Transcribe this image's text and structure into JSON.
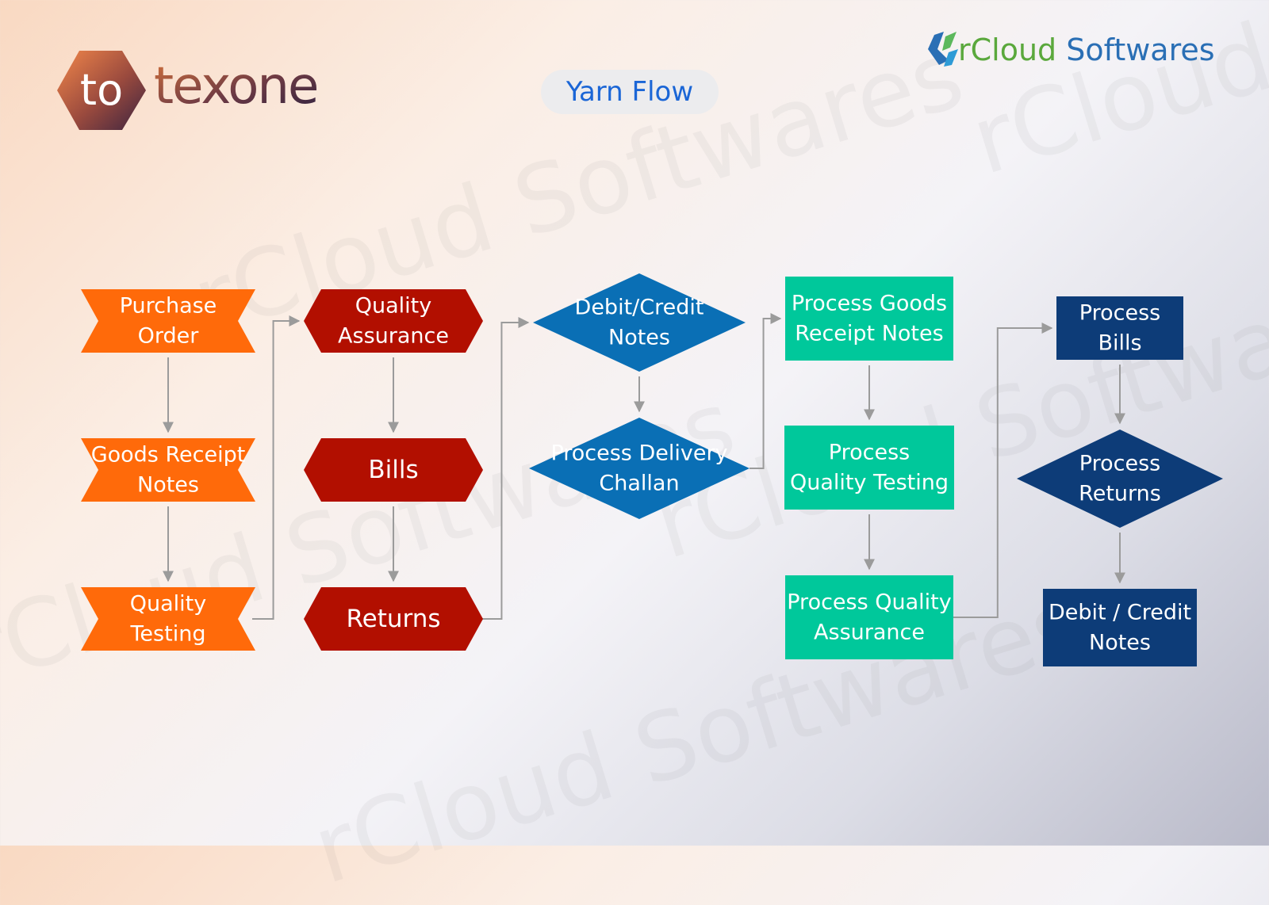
{
  "brand": {
    "left_logo_mark": "to",
    "left_logo_text": "texone",
    "right_logo_text_prefix": "rCloud",
    "right_logo_text_suffix": " Softwares"
  },
  "title": "Yarn Flow",
  "watermark_text": "rCloud Softwares",
  "colors": {
    "orange": "#ff6a0a",
    "red": "#b20f00",
    "blue": "#0a6fb5",
    "teal": "#00c89b",
    "navy": "#0d3c78",
    "connector": "#9b9b9b",
    "title_text": "#1b66d6"
  },
  "nodes": [
    {
      "id": "purchase_order",
      "lines": [
        "Purchase",
        "Order"
      ],
      "shape": "ribbon",
      "color": "orange"
    },
    {
      "id": "goods_receipt_notes",
      "lines": [
        "Goods Receipt",
        "Notes"
      ],
      "shape": "ribbon",
      "color": "orange"
    },
    {
      "id": "quality_testing",
      "lines": [
        "Quality",
        "Testing"
      ],
      "shape": "ribbon",
      "color": "orange"
    },
    {
      "id": "quality_assurance",
      "lines": [
        "Quality",
        "Assurance"
      ],
      "shape": "hexagon",
      "color": "red"
    },
    {
      "id": "bills",
      "lines": [
        "Bills"
      ],
      "shape": "hexagon",
      "color": "red"
    },
    {
      "id": "returns",
      "lines": [
        "Returns"
      ],
      "shape": "hexagon",
      "color": "red"
    },
    {
      "id": "debit_credit_notes",
      "lines": [
        "Debit/Credit",
        "Notes"
      ],
      "shape": "diamond",
      "color": "blue"
    },
    {
      "id": "process_delivery_challan",
      "lines": [
        "Process Delivery",
        "Challan"
      ],
      "shape": "diamond",
      "color": "blue"
    },
    {
      "id": "process_goods_receipt_notes",
      "lines": [
        "Process Goods",
        "Receipt Notes"
      ],
      "shape": "rect",
      "color": "teal"
    },
    {
      "id": "process_quality_testing",
      "lines": [
        "Process",
        "Quality Testing"
      ],
      "shape": "rect",
      "color": "teal"
    },
    {
      "id": "process_quality_assurance",
      "lines": [
        "Process Quality",
        "Assurance"
      ],
      "shape": "rect",
      "color": "teal"
    },
    {
      "id": "process_bills",
      "lines": [
        "Process",
        "Bills"
      ],
      "shape": "rect",
      "color": "navy"
    },
    {
      "id": "process_returns",
      "lines": [
        "Process",
        "Returns"
      ],
      "shape": "diamond",
      "color": "navy"
    },
    {
      "id": "debit_credit_notes_final",
      "lines": [
        "Debit / Credit",
        "Notes"
      ],
      "shape": "rect",
      "color": "navy"
    }
  ],
  "edges": [
    {
      "from": "purchase_order",
      "to": "goods_receipt_notes"
    },
    {
      "from": "goods_receipt_notes",
      "to": "quality_testing"
    },
    {
      "from": "quality_testing",
      "to": "quality_assurance"
    },
    {
      "from": "quality_assurance",
      "to": "bills"
    },
    {
      "from": "bills",
      "to": "returns"
    },
    {
      "from": "returns",
      "to": "debit_credit_notes"
    },
    {
      "from": "debit_credit_notes",
      "to": "process_delivery_challan"
    },
    {
      "from": "process_delivery_challan",
      "to": "process_goods_receipt_notes"
    },
    {
      "from": "process_goods_receipt_notes",
      "to": "process_quality_testing"
    },
    {
      "from": "process_quality_testing",
      "to": "process_quality_assurance"
    },
    {
      "from": "process_quality_assurance",
      "to": "process_bills"
    },
    {
      "from": "process_bills",
      "to": "process_returns"
    },
    {
      "from": "process_returns",
      "to": "debit_credit_notes_final"
    }
  ]
}
